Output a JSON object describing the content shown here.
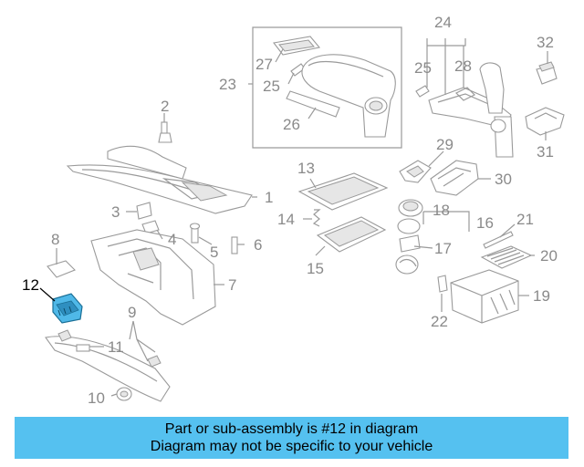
{
  "callouts": {
    "n1": "1",
    "n2": "2",
    "n3": "3",
    "n4": "4",
    "n5": "5",
    "n6": "6",
    "n7": "7",
    "n8": "8",
    "n9": "9",
    "n10": "10",
    "n11": "11",
    "n12": "12",
    "n13": "13",
    "n14": "14",
    "n15": "15",
    "n16": "16",
    "n17": "17",
    "n18": "18",
    "n19": "19",
    "n20": "20",
    "n21": "21",
    "n22": "22",
    "n23": "23",
    "n24": "24",
    "n25a": "25",
    "n25b": "25",
    "n26": "26",
    "n27": "27",
    "n28": "28",
    "n29": "29",
    "n30": "30",
    "n31": "31",
    "n32": "32"
  },
  "highlighted_part": "12",
  "colors": {
    "banner": "#55c1f0",
    "highlight_part": "#4fb8e8",
    "lines": "#9a9a9a",
    "label_text": "#8a8a8a"
  },
  "banner": {
    "line1": "Part or sub-assembly is #12 in diagram",
    "line2": "Diagram may not be specific to your vehicle"
  }
}
